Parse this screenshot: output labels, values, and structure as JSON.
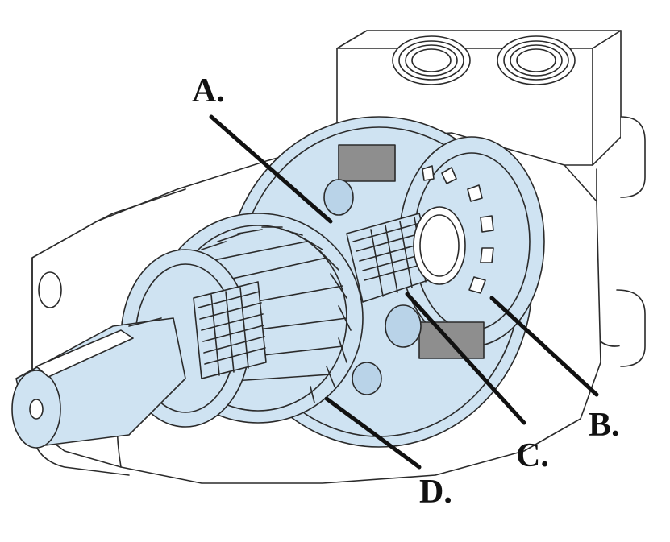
{
  "diagram": {
    "callouts": [
      {
        "id": "a",
        "label": "A."
      },
      {
        "id": "b",
        "label": "B."
      },
      {
        "id": "c",
        "label": "C."
      },
      {
        "id": "d",
        "label": "D."
      }
    ]
  },
  "colors": {
    "outline": "#2a2a2a",
    "tint": "#cfe3f2",
    "tint_dark": "#b9d3e8",
    "gray_block": "#8e8e8e",
    "leader": "#111111",
    "body": "#ffffff"
  }
}
